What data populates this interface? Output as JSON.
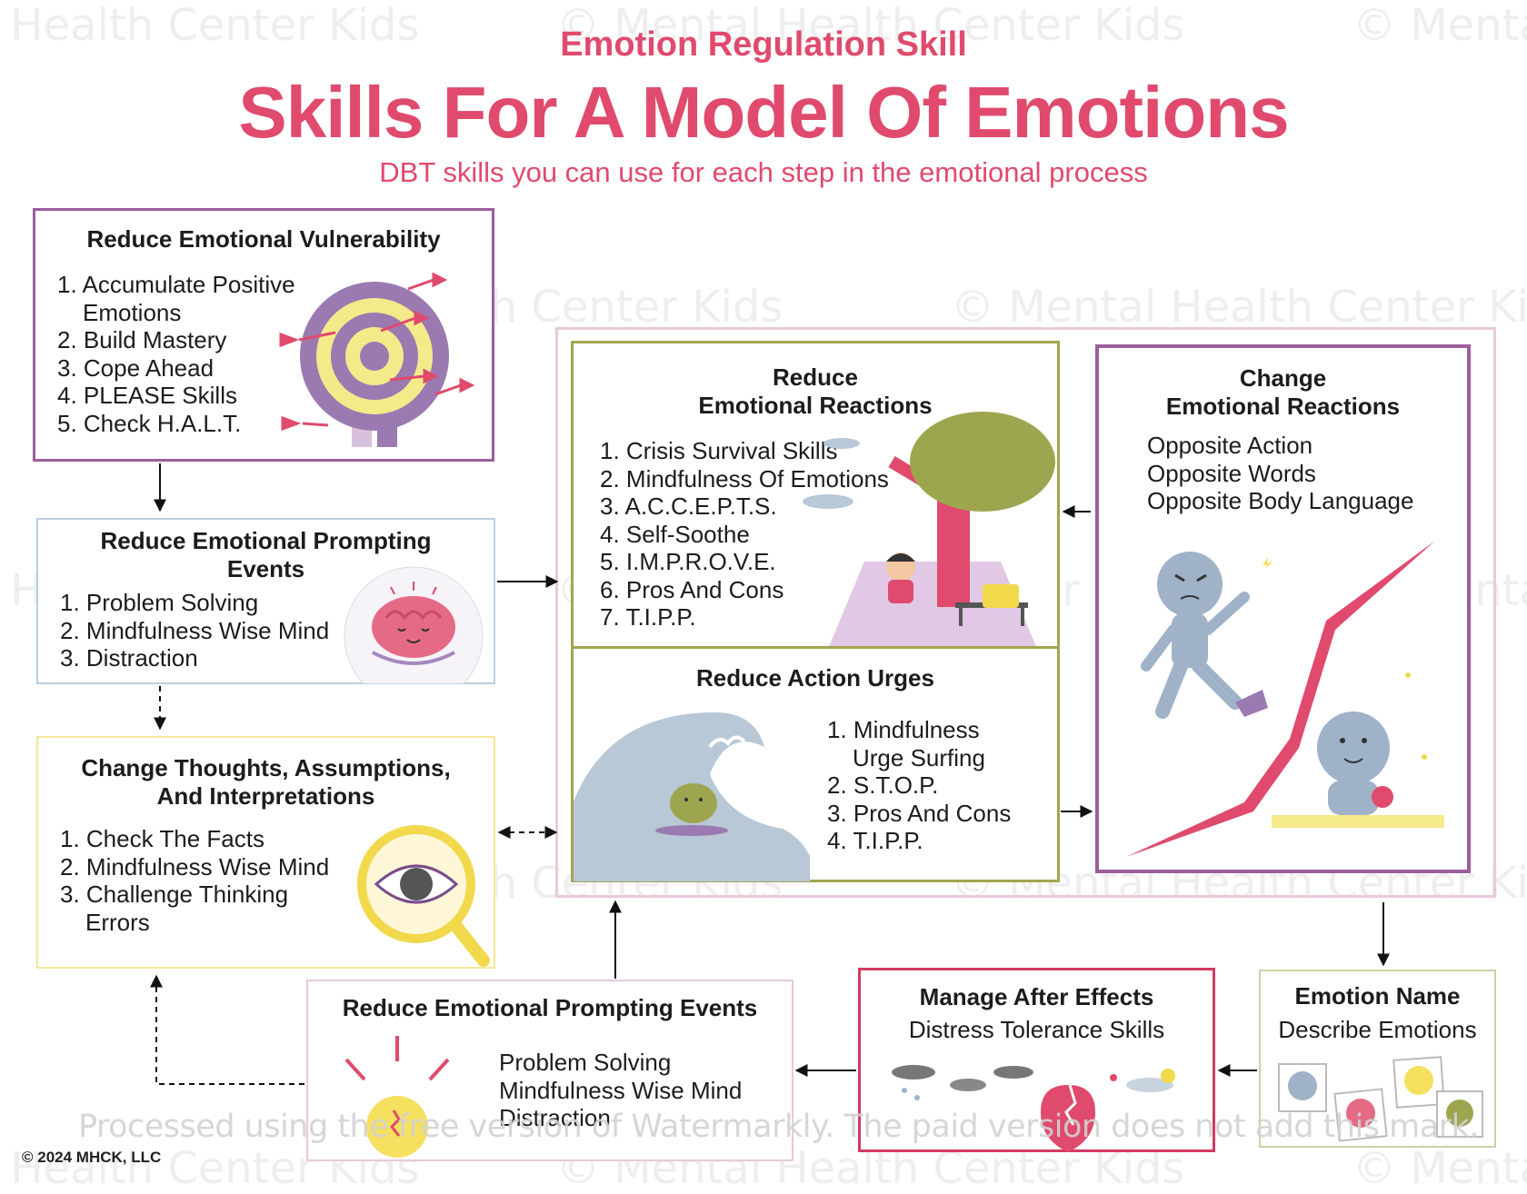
{
  "watermark_text": "© Mental Health Center Kids",
  "header": {
    "kicker": "Emotion Regulation Skill",
    "title": "Skills For A Model Of Emotions",
    "subtitle": "DBT skills you can use for each step in the emotional process"
  },
  "boxes": {
    "vulnerability": {
      "title": "Reduce Emotional Vulnerability",
      "items": [
        "1.  Accumulate Positive",
        "Emotions",
        "2. Build Mastery",
        "3. Cope Ahead",
        "4. PLEASE Skills",
        "5. Check H.A.L.T."
      ]
    },
    "prompting_top": {
      "title": "Reduce Emotional Prompting\nEvents",
      "items": [
        "1.  Problem Solving",
        "2. Mindfulness Wise Mind",
        "3. Distraction"
      ]
    },
    "thoughts": {
      "title": "Change Thoughts, Assumptions,\nAnd Interpretations",
      "items": [
        "1.   Check The Facts",
        "2.  Mindfulness Wise Mind",
        "3.  Challenge Thinking",
        "Errors"
      ]
    },
    "reduce_reactions": {
      "title": "Reduce\nEmotional Reactions",
      "items": [
        "1.  Crisis Survival Skills",
        "2. Mindfulness Of Emotions",
        "3. A.C.C.E.P.T.S.",
        "4. Self-Soothe",
        "5. I.M.P.R.O.V.E.",
        "6. Pros And Cons",
        "7. T.I.P.P."
      ]
    },
    "action_urges": {
      "title": "Reduce Action Urges",
      "items": [
        "1.  Mindfulness",
        "Urge Surfing",
        "2. S.T.O.P.",
        "3. Pros And Cons",
        "4. T.I.P.P."
      ]
    },
    "change_reactions": {
      "title": "Change\nEmotional Reactions",
      "items": [
        "Opposite Action",
        "Opposite Words",
        "Opposite Body Language"
      ]
    },
    "emotion_name": {
      "title": "Emotion Name",
      "body": "Describe Emotions"
    },
    "after_effects": {
      "title": "Manage After Effects",
      "body": "Distress Tolerance Skills"
    },
    "prompting_bottom": {
      "title": "Reduce Emotional Prompting Events",
      "items": [
        "Problem Solving",
        "Mindfulness Wise Mind",
        "Distraction"
      ]
    }
  },
  "overlay_watermark": "Processed using the free version of Watermarkly. The paid version does not add this mark.",
  "copyright": "© 2024 MHCK, LLC",
  "colors": {
    "brand_pink": "#e04a6d",
    "purple_border": "#9b5e9c",
    "light_blue_border": "#b9cfe0",
    "yellow_border": "#f7e79a",
    "olive_border": "#a2a550",
    "light_pink_border": "#e8c9dc",
    "crimson_border": "#d43a63",
    "sage_border": "#c8d3a4"
  }
}
